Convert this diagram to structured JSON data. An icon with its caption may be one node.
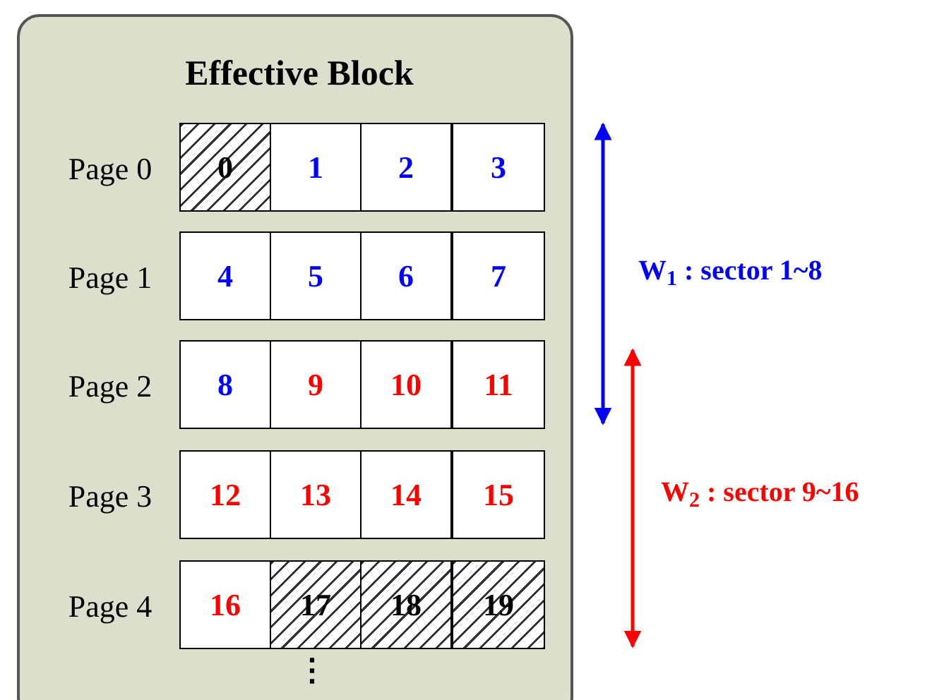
{
  "diagram": {
    "nodes": [
      {
        "text": [
          "Effective Block"
        ]
      },
      {
        "text": [
          "0"
        ],
        "in": 0
      },
      {
        "text": [
          "1"
        ],
        "in": 0
      },
      {
        "text": [
          "2"
        ],
        "in": 0
      },
      {
        "text": [
          "3"
        ],
        "in": 0
      },
      {
        "text": [
          "4"
        ],
        "in": 0
      },
      {
        "text": [
          "5"
        ],
        "in": 0
      },
      {
        "text": [
          "6"
        ],
        "in": 0
      },
      {
        "text": [
          "7"
        ],
        "in": 0
      },
      {
        "text": [
          "8"
        ],
        "in": 0
      },
      {
        "text": [
          "9"
        ],
        "in": 0
      },
      {
        "text": [
          "10"
        ],
        "in": 0
      },
      {
        "text": [
          "11"
        ],
        "in": 0
      },
      {
        "text": [
          "12"
        ],
        "in": 0
      },
      {
        "text": [
          "13"
        ],
        "in": 0
      },
      {
        "text": [
          "14"
        ],
        "in": 0
      },
      {
        "text": [
          "15"
        ],
        "in": 0
      },
      {
        "text": [
          "16"
        ],
        "in": 0
      },
      {
        "text": [
          "17"
        ],
        "in": 0
      },
      {
        "text": [
          "18"
        ],
        "in": 0
      },
      {
        "text": [
          "19"
        ],
        "in": 0
      }
    ],
    "labels": [
      "Page 0",
      "Page 1",
      "Page 2",
      "Page 3",
      "Page 4",
      "W$_{1}$ : sector 1~8",
      "W$_{2}$ : sector 9~16",
      "⋮"
    ]
  }
}
